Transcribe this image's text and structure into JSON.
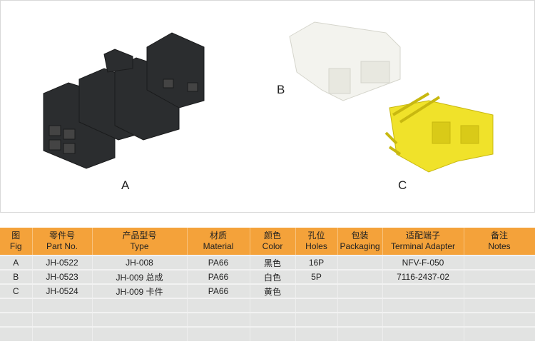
{
  "figure_labels": {
    "a": "A",
    "b": "B",
    "c": "C"
  },
  "colors": {
    "header": "#f4a23a",
    "row": "#e2e3e2",
    "black_part": "#2b2d2f",
    "white_part": "#f3f3ee",
    "yellow_part": "#f0e22a"
  },
  "table": {
    "headers": [
      {
        "cn": "图",
        "en": "Fig"
      },
      {
        "cn": "零件号",
        "en": "Part No."
      },
      {
        "cn": "产品型号",
        "en": "Type"
      },
      {
        "cn": "材质",
        "en": "Material"
      },
      {
        "cn": "颜色",
        "en": "Color"
      },
      {
        "cn": "孔位",
        "en": "Holes"
      },
      {
        "cn": "包装",
        "en": "Packaging"
      },
      {
        "cn": "适配端子",
        "en": "Terminal Adapter"
      },
      {
        "cn": "备注",
        "en": "Notes"
      }
    ],
    "rows": [
      [
        "A",
        "JH-0522",
        "JH-008",
        "PA66",
        "黑色",
        "16P",
        "",
        "NFV-F-050",
        ""
      ],
      [
        "B",
        "JH-0523",
        "JH-009 总成",
        "PA66",
        "白色",
        "5P",
        "",
        "7116-2437-02",
        ""
      ],
      [
        "C",
        "JH-0524",
        "JH-009 卡件",
        "PA66",
        "黄色",
        "",
        "",
        "",
        ""
      ],
      [
        "",
        "",
        "",
        "",
        "",
        "",
        "",
        "",
        ""
      ],
      [
        "",
        "",
        "",
        "",
        "",
        "",
        "",
        "",
        ""
      ],
      [
        "",
        "",
        "",
        "",
        "",
        "",
        "",
        "",
        ""
      ]
    ]
  }
}
